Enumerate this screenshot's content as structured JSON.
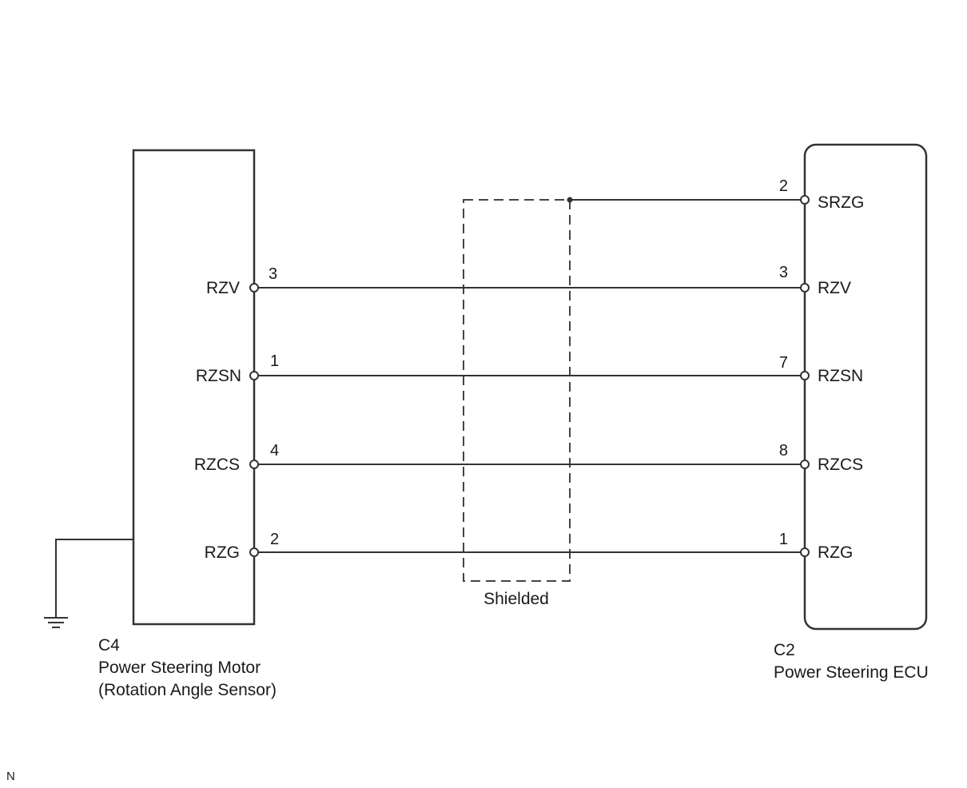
{
  "colors": {
    "line": "#333333",
    "shield": "#444444",
    "text": "#1a1a1a",
    "background": "#ffffff"
  },
  "left_component": {
    "code": "C4",
    "name": "Power Steering Motor",
    "subname": "(Rotation Angle Sensor)"
  },
  "right_component": {
    "code": "C2",
    "name": "Power Steering ECU"
  },
  "shield": {
    "label": "Shielded"
  },
  "wires": [
    {
      "left_signal": "RZV",
      "left_pin": "3",
      "right_pin": "3",
      "right_signal": "RZV"
    },
    {
      "left_signal": "RZSN",
      "left_pin": "1",
      "right_pin": "7",
      "right_signal": "RZSN"
    },
    {
      "left_signal": "RZCS",
      "left_pin": "4",
      "right_pin": "8",
      "right_signal": "RZCS"
    },
    {
      "left_signal": "RZG",
      "left_pin": "2",
      "right_pin": "1",
      "right_signal": "RZG"
    }
  ],
  "shield_drain": {
    "right_pin": "2",
    "right_signal": "SRZG"
  },
  "ground": {
    "icon": "ground-icon"
  },
  "corner_mark": "N"
}
